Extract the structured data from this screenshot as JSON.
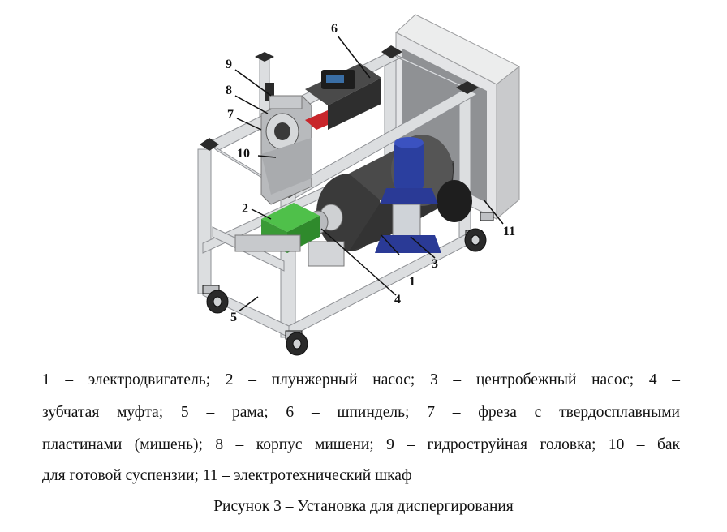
{
  "figure": {
    "callouts": [
      {
        "id": "1",
        "text": "1"
      },
      {
        "id": "2",
        "text": "2"
      },
      {
        "id": "3",
        "text": "3"
      },
      {
        "id": "4",
        "text": "4"
      },
      {
        "id": "5",
        "text": "5"
      },
      {
        "id": "6",
        "text": "6"
      },
      {
        "id": "7",
        "text": "7"
      },
      {
        "id": "8",
        "text": "8"
      },
      {
        "id": "9",
        "text": "9"
      },
      {
        "id": "10",
        "text": "10"
      },
      {
        "id": "11",
        "text": "11"
      }
    ],
    "colors": {
      "frame": "#d9dbdd",
      "corner": "#2b2b2b",
      "motor": "#3c3c3c",
      "pump_centrifugal": "#2a3f9e",
      "pump_plunger": "#3fb23a",
      "spindle_mount": "#c8262b",
      "cabinet": "#e3e4e6"
    }
  },
  "caption": {
    "line1": "1 – электродвигатель; 2 – плунжерный насос; 3 – центробежный насос; 4 –",
    "line2": "зубчатая муфта; 5 – рама; 6 – шпиндель; 7 – фреза с твердосплавными",
    "line3": "пластинами (мишень); 8 – корпус мишени; 9 – гидроструйная головка; 10 – бак",
    "line4": "для готовой суспензии; 11 – электротехнический шкаф"
  },
  "figure_title": "Рисунок 3 – Установка для диспергирования"
}
